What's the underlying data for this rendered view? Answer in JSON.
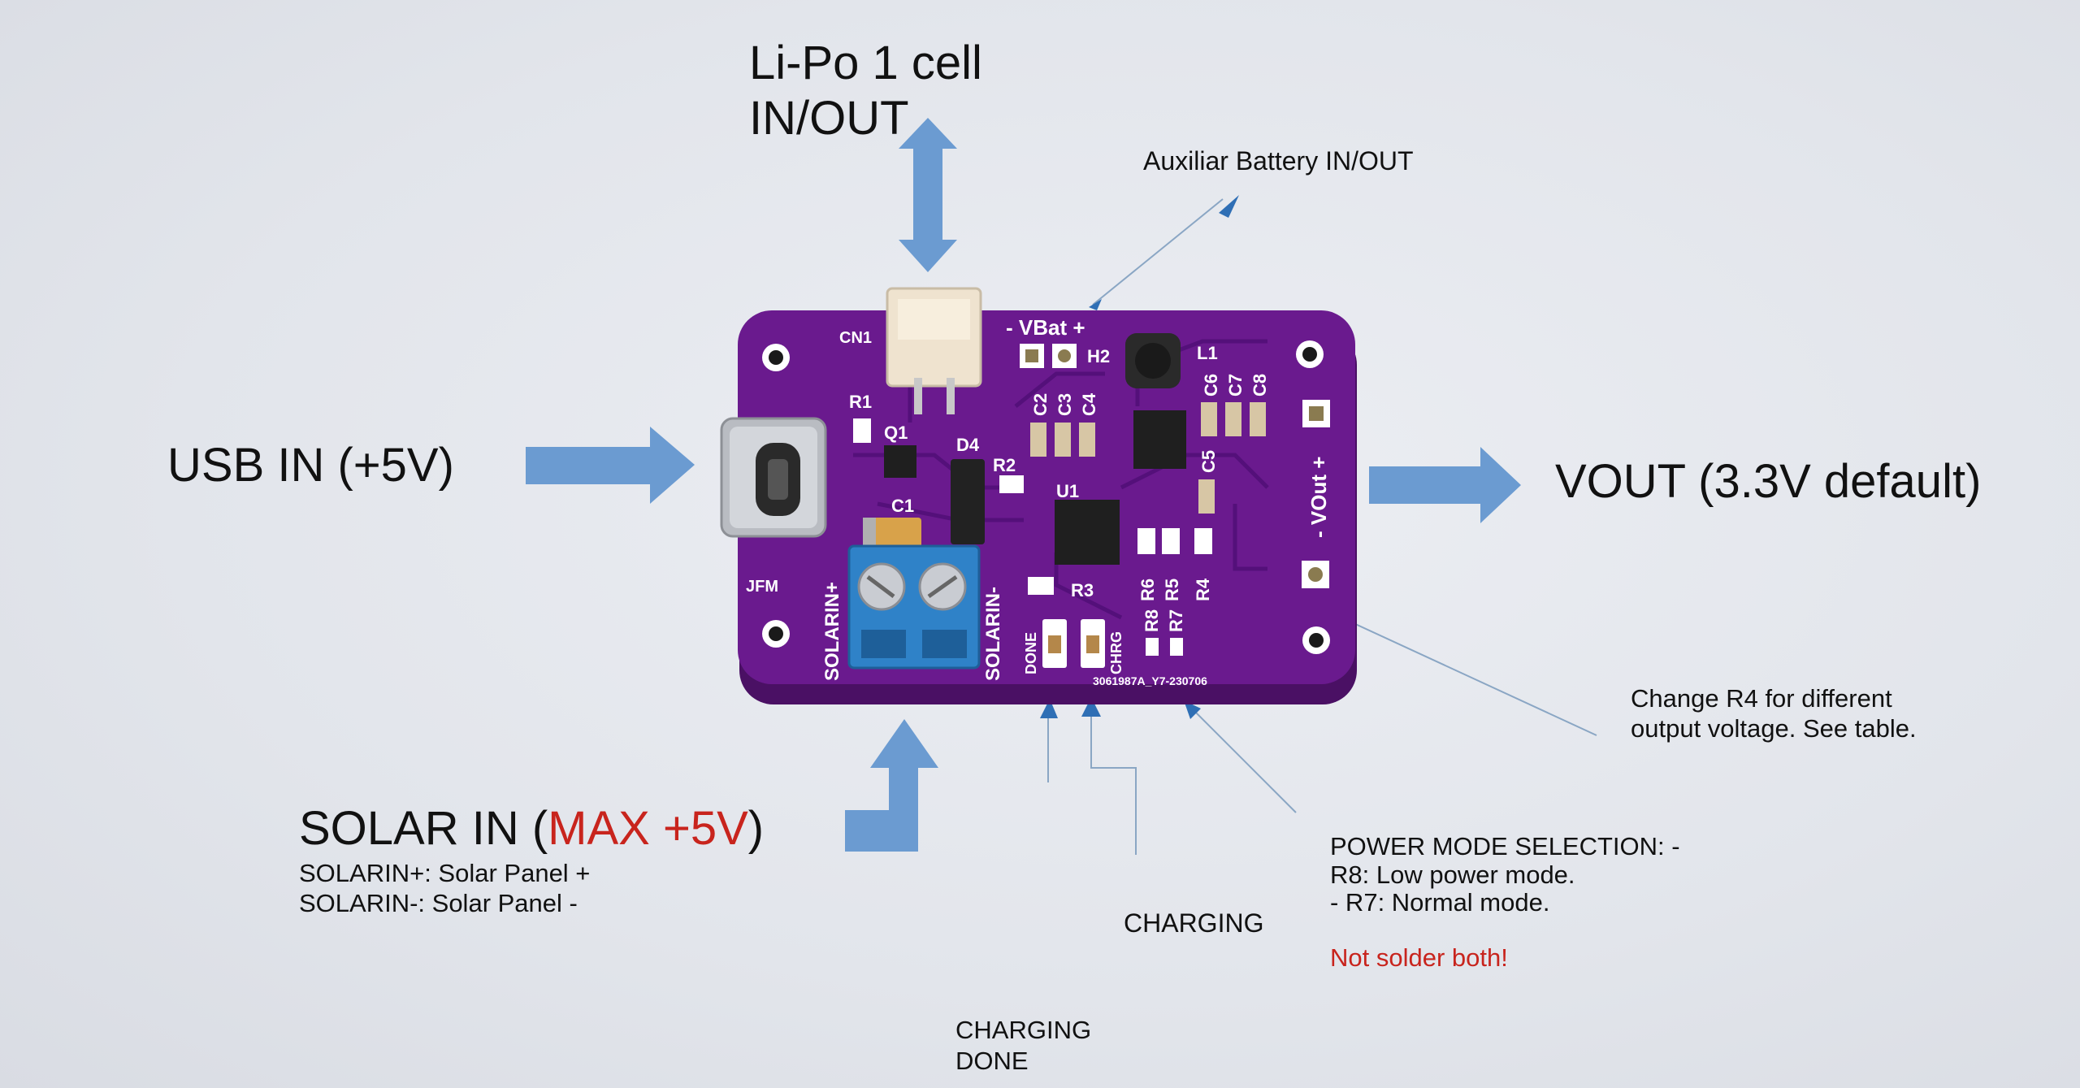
{
  "labels": {
    "lipo_line1": "Li-Po 1 cell",
    "lipo_line2": "IN/OUT",
    "aux_battery": "Auxiliar Battery IN/OUT",
    "usb_in": "USB IN (+5V)",
    "vout": "VOUT (3.3V default)",
    "solar_prefix": "SOLAR IN (",
    "solar_max": "MAX +5V",
    "solar_suffix": ")",
    "solar_plus": "SOLARIN+: Solar Panel +",
    "solar_minus": "SOLARIN-: Solar Panel -",
    "change_r4_line1": "Change R4 for different",
    "change_r4_line2": "output voltage. See table.",
    "power_mode_1": "POWER MODE SELECTION: -",
    "power_mode_2": "R8: Low power mode.",
    "power_mode_3": "- R7: Normal mode.",
    "not_solder": "Not solder both!",
    "charging": "CHARGING",
    "charging_done_1": "CHARGING",
    "charging_done_2": "DONE"
  },
  "silkscreen": {
    "cn1": "CN1",
    "vbat": "- VBat +",
    "h2": "H2",
    "l1": "L1",
    "r1": "R1",
    "q1": "Q1",
    "d4": "D4",
    "r2": "R2",
    "c1": "C1",
    "u1": "U1",
    "c2": "C2",
    "c3": "C3",
    "c4": "C4",
    "c6": "C6",
    "c7": "C7",
    "c8": "C8",
    "c5": "C5",
    "r3": "R3",
    "r6": "R6",
    "r5": "R5",
    "r4": "R4",
    "r8": "R8",
    "r7": "R7",
    "vout_pad": "- VOut +",
    "jfm": "JFM",
    "solarin_plus": "SOLARIN+",
    "solarin_minus": "SOLARIN-",
    "done": "DONE",
    "chrg": "CHRG",
    "board_id": "3061987A_Y7-230706"
  },
  "colors": {
    "pcb": "#6a1a8e",
    "arrow": "#6b9bd1",
    "accent_red": "#c8241d",
    "terminal": "#2f82c8"
  }
}
